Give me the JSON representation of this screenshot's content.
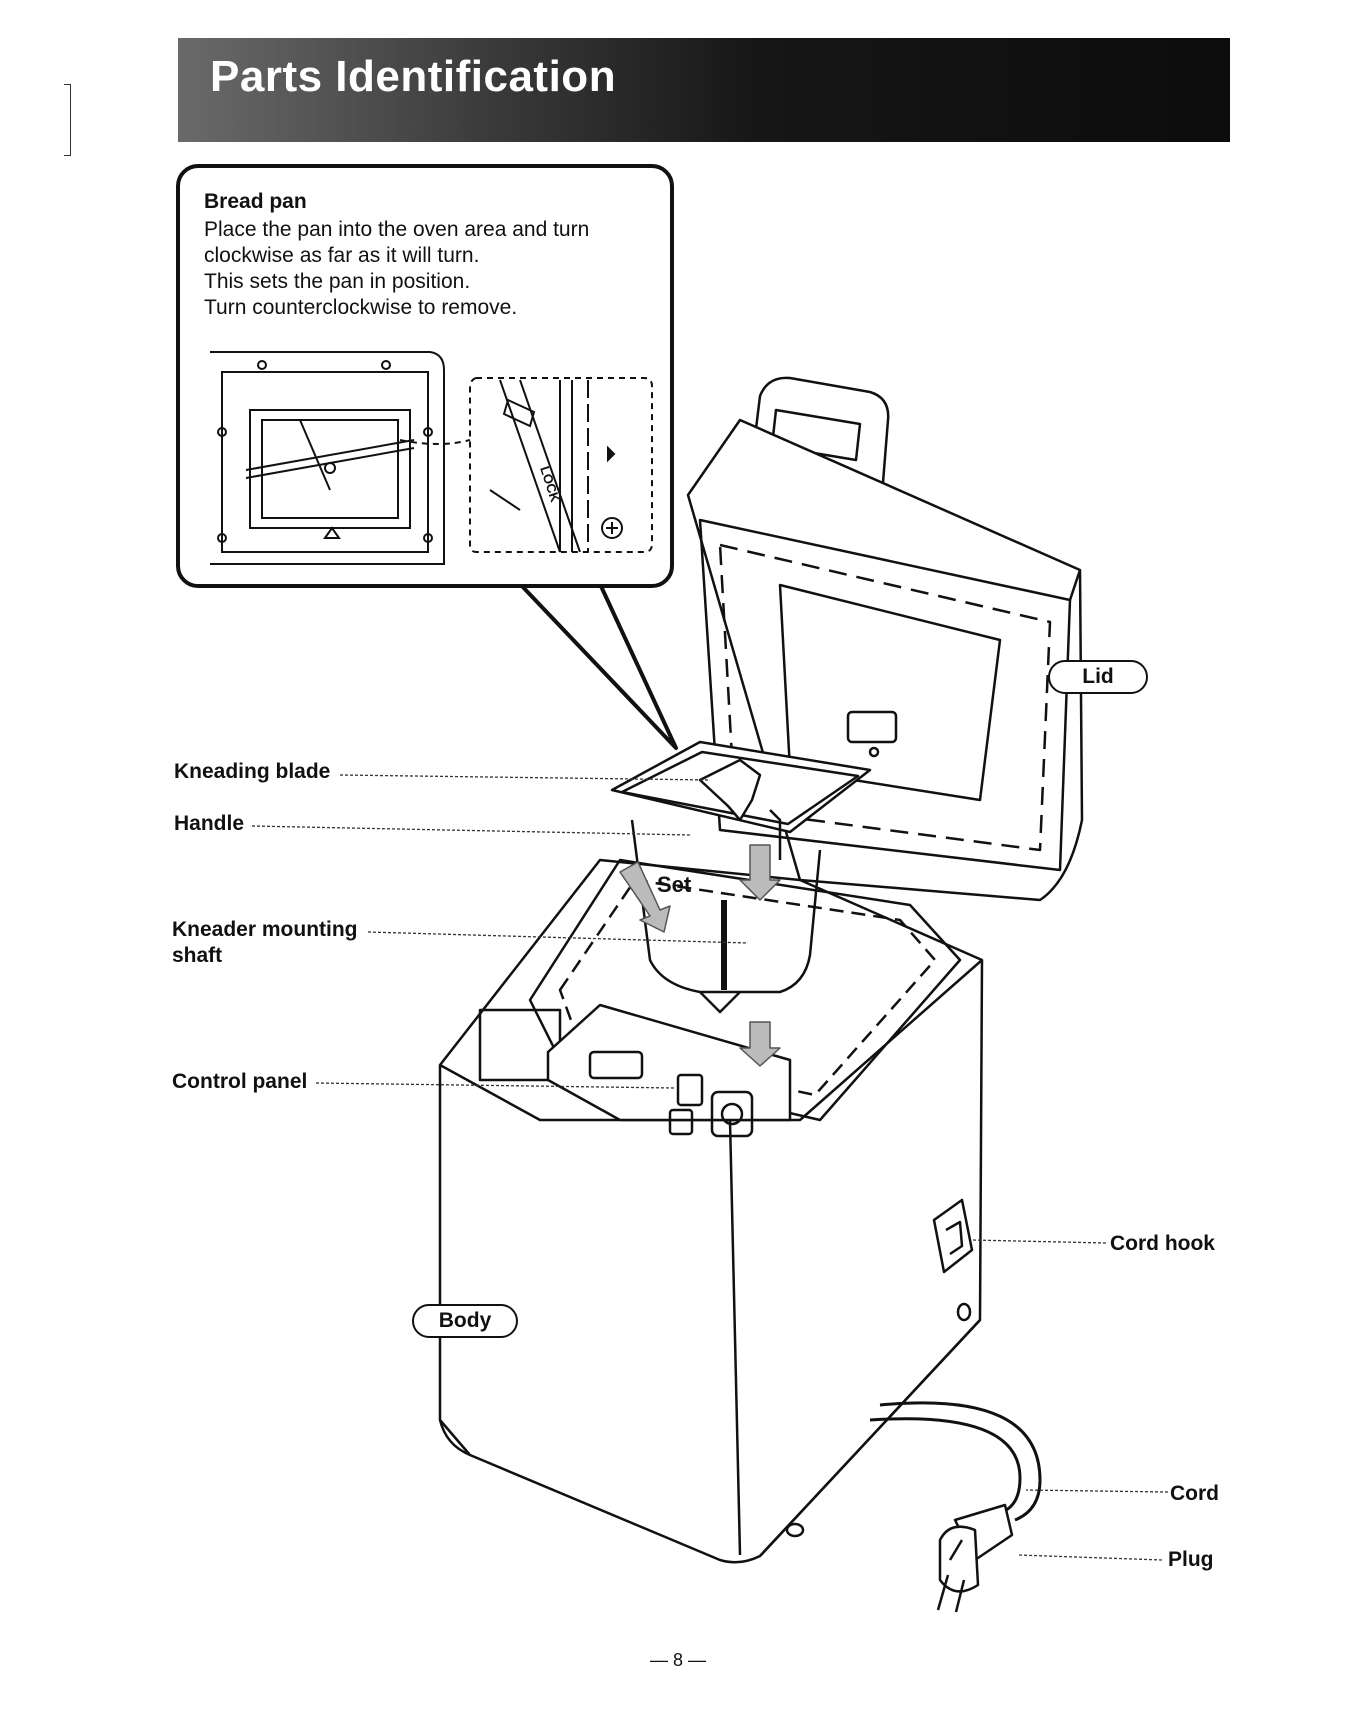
{
  "header": {
    "title": "Parts Identification"
  },
  "callout": {
    "title": "Bread pan",
    "lines": [
      "Place the pan into the oven area and turn",
      "clockwise as far as it will turn.",
      "This sets the pan in position.",
      "Turn counterclockwise to remove."
    ],
    "lock_text": "LOCK"
  },
  "labels": {
    "kneading_blade": "Kneading blade",
    "handle": "Handle",
    "kneader_mounting_1": "Kneader mounting",
    "kneader_mounting_2": "shaft",
    "control_panel": "Control panel",
    "lid": "Lid",
    "body": "Body",
    "cord_hook": "Cord hook",
    "cord": "Cord",
    "plug": "Plug",
    "set": "Set"
  },
  "footer": {
    "page_number": "— 8 —"
  }
}
